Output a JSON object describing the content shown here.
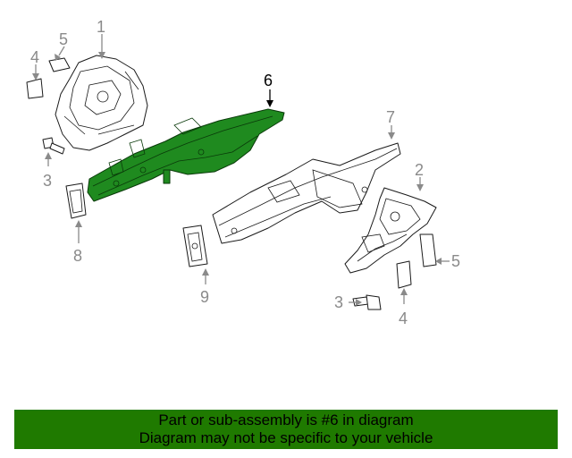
{
  "callouts": {
    "c1": "1",
    "c5a": "5",
    "c4a": "4",
    "c6": "6",
    "c7": "7",
    "c3a": "3",
    "c2": "2",
    "c8": "8",
    "c9": "9",
    "c5b": "5",
    "c3b": "3",
    "c4b": "4"
  },
  "banner": {
    "line1": "Part or sub-assembly is #6 in diagram",
    "line2": "Diagram may not be specific to your vehicle"
  },
  "colors": {
    "highlight": "#1f8a1f",
    "banner": "#1f7a00",
    "callout_gray": "#8a8a8a"
  }
}
